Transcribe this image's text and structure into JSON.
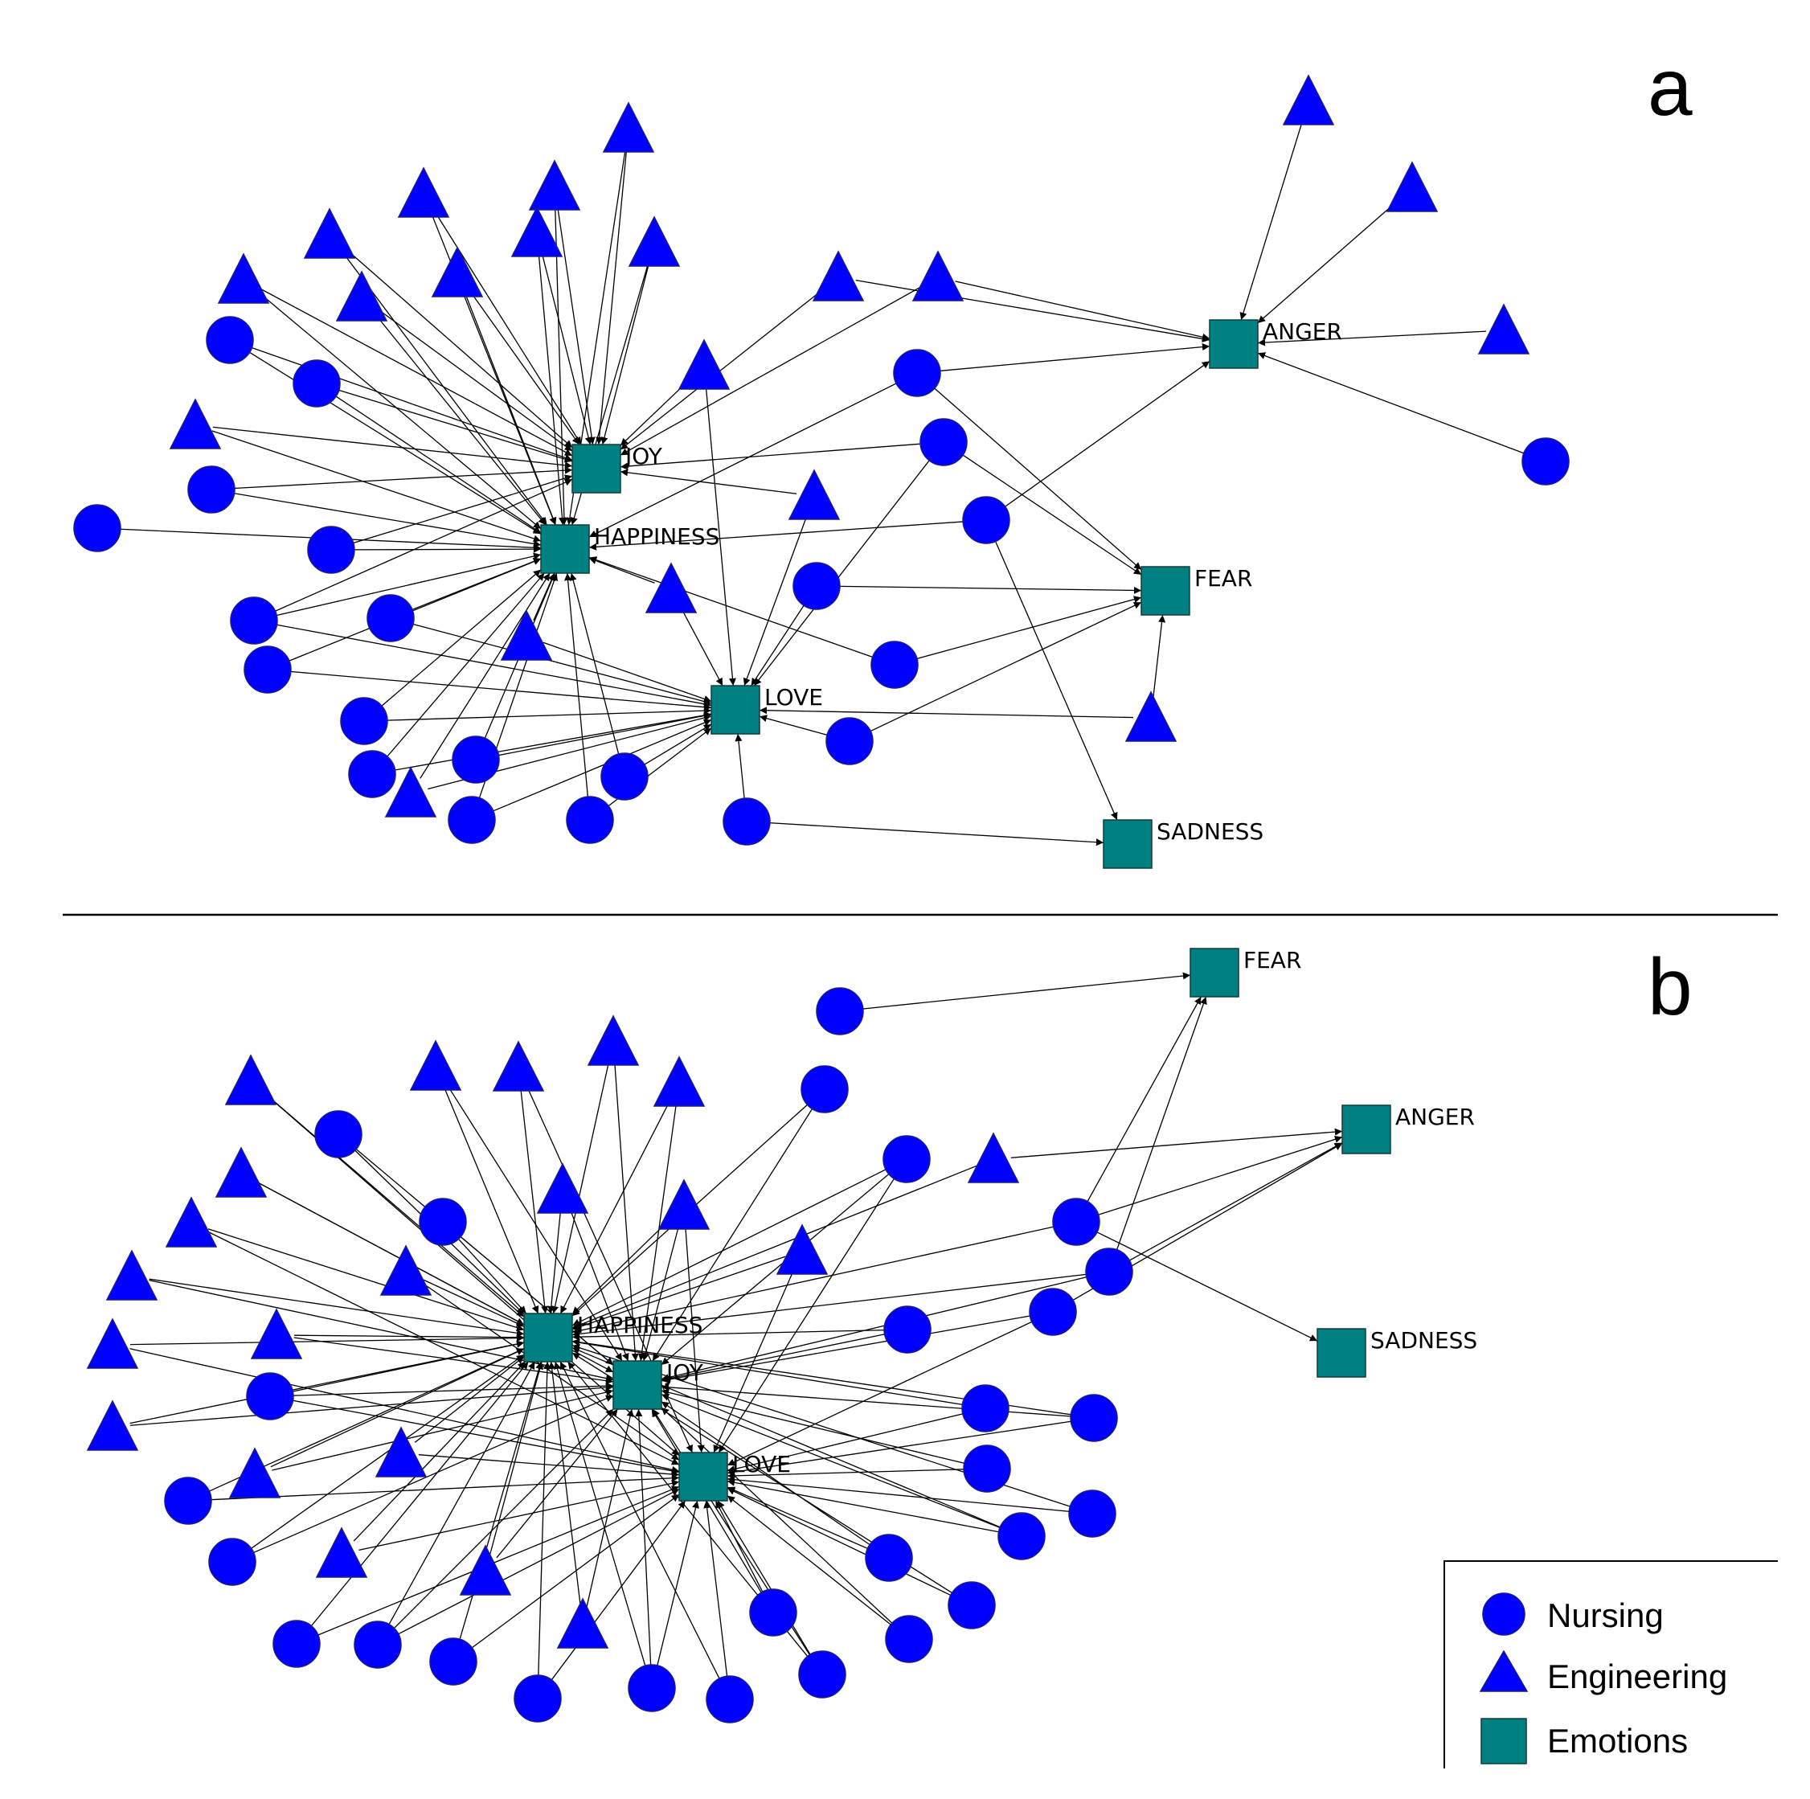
{
  "colors": {
    "nursing": "#0000FF",
    "engineering": "#0000FF",
    "emotions": "#008080",
    "edge": "#000000"
  },
  "legend": {
    "items": [
      {
        "shape": "circle",
        "label": "Nursing"
      },
      {
        "shape": "triangle",
        "label": "Engineering"
      },
      {
        "shape": "square",
        "label": "Emotions"
      }
    ]
  },
  "panels": [
    {
      "letter": "a",
      "emotions": [
        "ANGER",
        "JOY",
        "HAPPINESS",
        "FEAR",
        "LOVE",
        "SADNESS"
      ]
    },
    {
      "letter": "b",
      "emotions": [
        "FEAR",
        "ANGER",
        "SADNESS",
        "HAPPINESS",
        "JOY",
        "LOVE"
      ]
    }
  ]
}
